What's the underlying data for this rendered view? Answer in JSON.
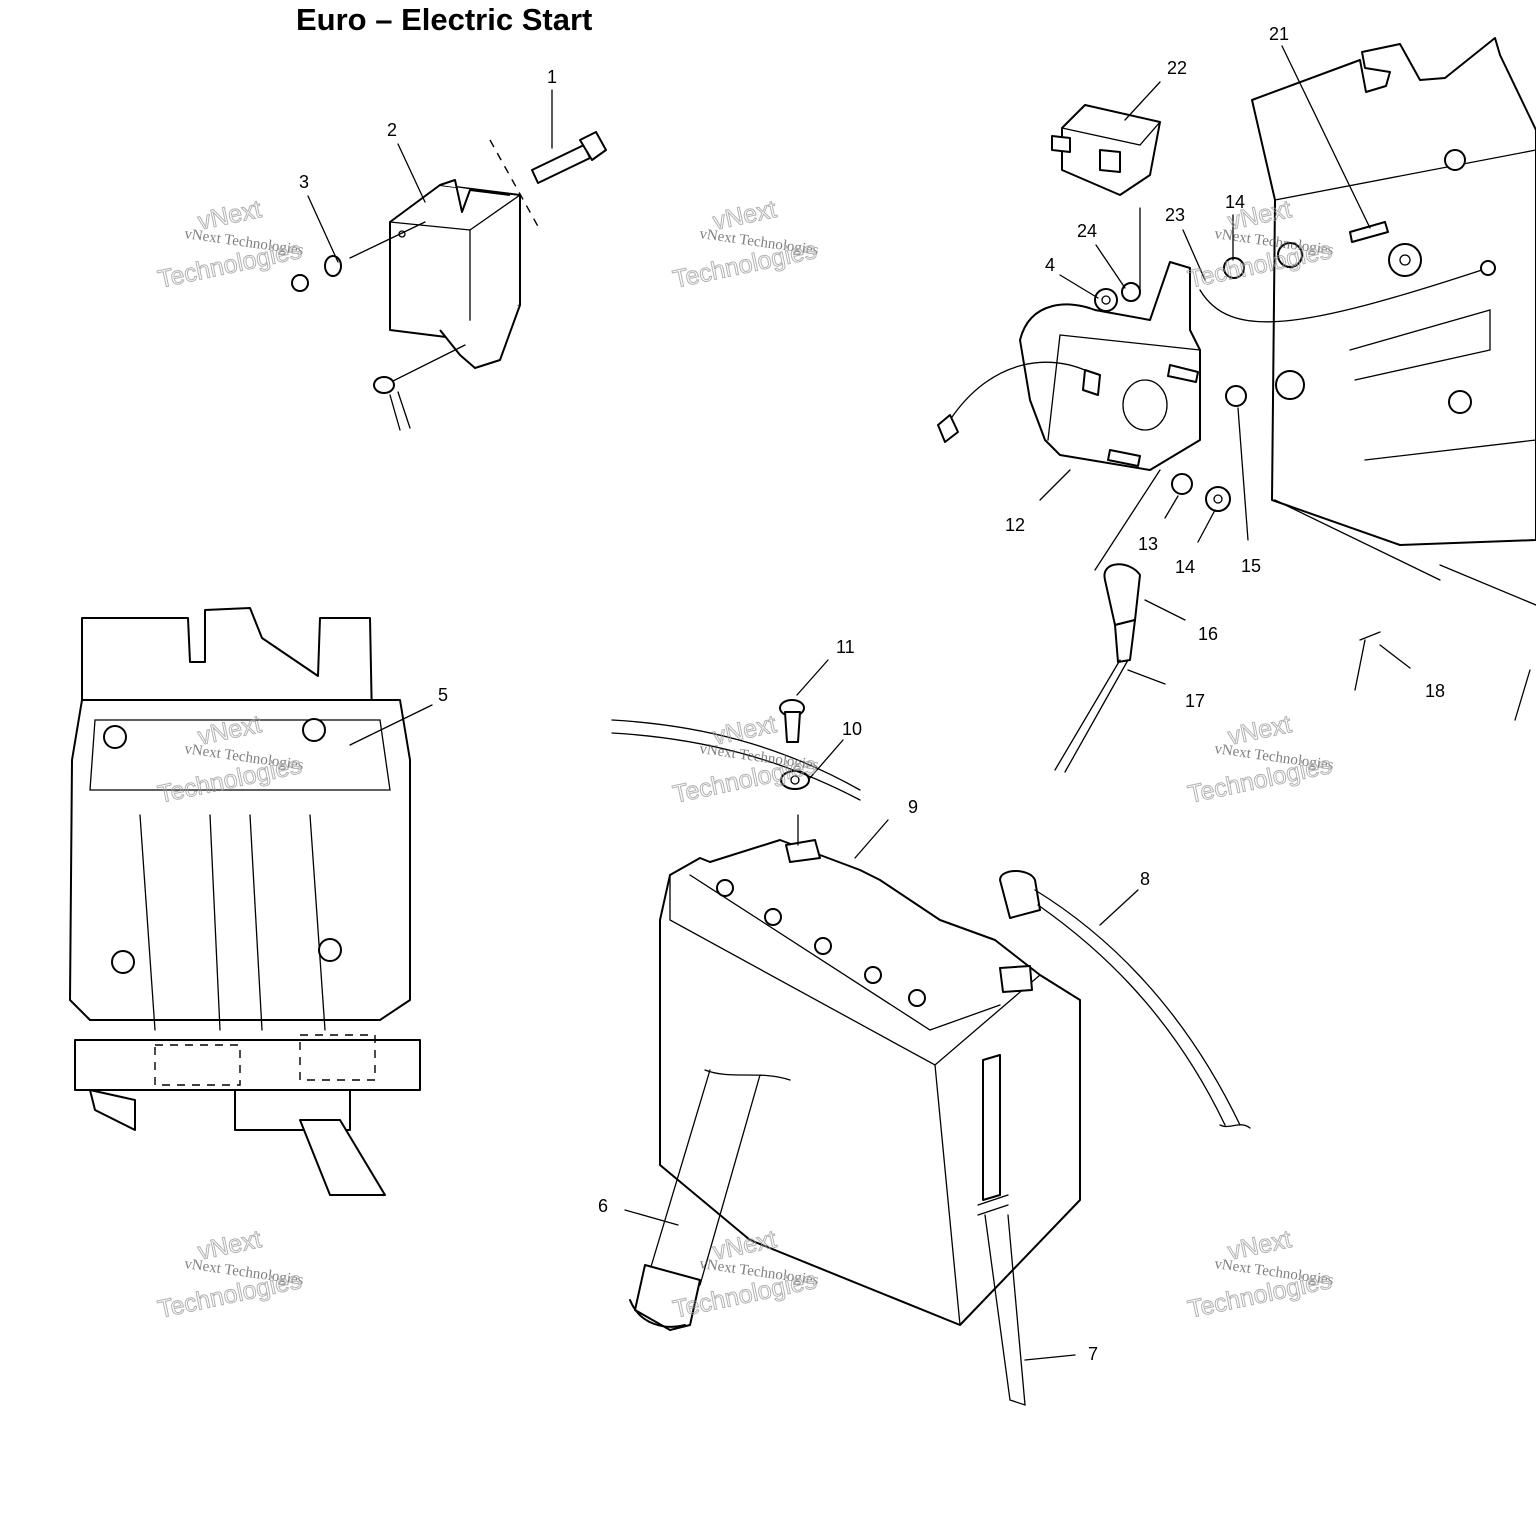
{
  "title": "Euro – Electric Start",
  "callouts": [
    "1",
    "2",
    "3",
    "4",
    "5",
    "6",
    "7",
    "8",
    "9",
    "10",
    "11",
    "12",
    "13",
    "14",
    "14",
    "15",
    "16",
    "17",
    "18",
    "21",
    "22",
    "23",
    "24"
  ],
  "watermark": {
    "line_top": "vNext",
    "line_small": "vNext Technologies",
    "line_large": "Technologies"
  }
}
